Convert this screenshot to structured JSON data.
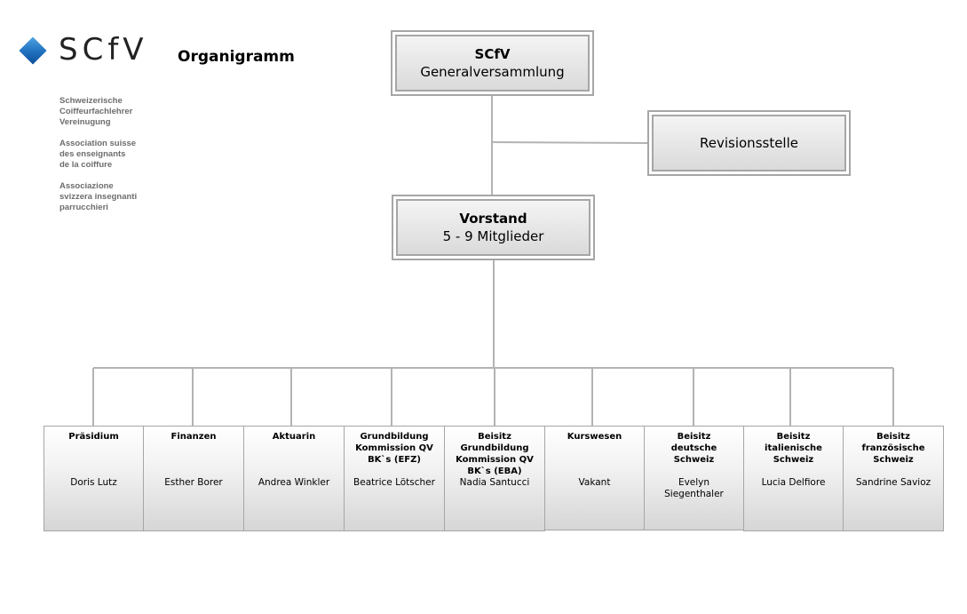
{
  "header": {
    "logo_text": "SCfV",
    "title": "Organigramm",
    "associations": [
      "Schweizerische\nCoiffeurfachlehrer\nVereinugung",
      "Association suisse\ndes enseignants\nde la coiffure",
      "Associazione\nsvizzera insegnanti\nparrucchieri"
    ]
  },
  "boxes": {
    "gv": {
      "line1": "SCfV",
      "line2": "Generalversammlung"
    },
    "revision": {
      "label": "Revisionsstelle"
    },
    "vorstand": {
      "line1": "Vorstand",
      "line2": "5 - 9 Mitglieder"
    }
  },
  "members": [
    {
      "role": "Präsidium",
      "person": "Doris Lutz"
    },
    {
      "role": "Finanzen",
      "person": "Esther Borer"
    },
    {
      "role": "Aktuarin",
      "person": "Andrea Winkler"
    },
    {
      "role": "Grundbildung\nKommission QV\nBK`s (EFZ)",
      "person": "Beatrice Lötscher"
    },
    {
      "role": "Beisitz\nGrundbildung\nKommission QV\nBK`s (EBA)",
      "person": "Nadia Santucci"
    },
    {
      "role": "Kurswesen",
      "person": "Vakant"
    },
    {
      "role": "Beisitz\ndeutsche\nSchweiz",
      "person": "Evelyn\nSiegenthaler"
    },
    {
      "role": "Beisitz\nitalienische\nSchweiz",
      "person": "Lucia Delfiore"
    },
    {
      "role": "Beisitz\nfranzösische\nSchweiz",
      "person": "Sandrine Savioz"
    }
  ]
}
